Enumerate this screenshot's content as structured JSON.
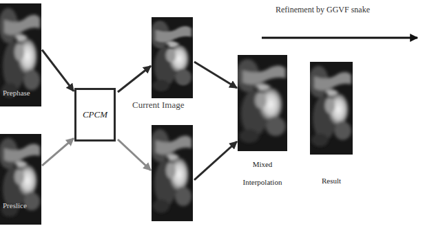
{
  "diagram": {
    "nodes": [
      {
        "text": [
          "Prephase"
        ]
      },
      {
        "text": [
          "Preslice"
        ]
      },
      {
        "text": [
          "CPCM"
        ]
      },
      {
        "text": [
          "Mixed Interpolation"
        ]
      },
      {
        "text": [
          "Result"
        ]
      }
    ],
    "edges": [
      {
        "from": 0,
        "to": 2,
        "arrow": "to"
      },
      {
        "from": 1,
        "to": 2,
        "arrow": "to"
      }
    ],
    "labels": [
      "Current Image",
      "Refinement by GGVF snake"
    ]
  }
}
